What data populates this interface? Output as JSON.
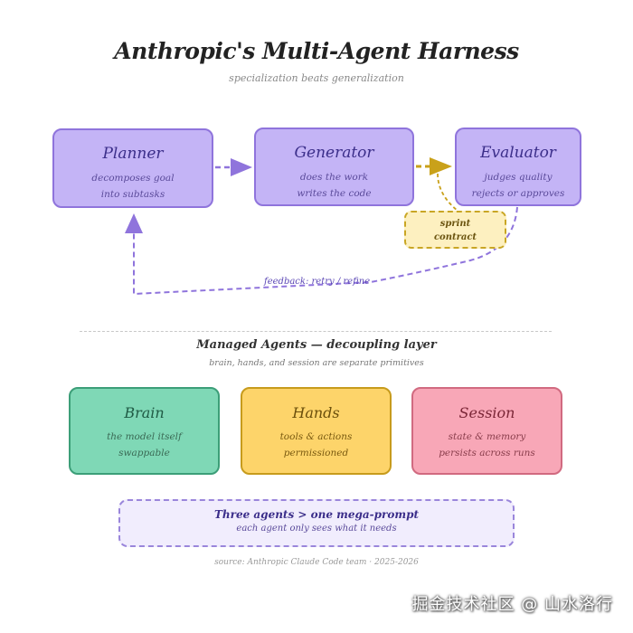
{
  "header": {
    "title": "Anthropic's Multi-Agent Harness",
    "subtitle": "specialization beats generalization"
  },
  "agents": {
    "planner": {
      "name": "Planner",
      "line1": "decomposes goal",
      "line2": "into subtasks"
    },
    "generator": {
      "name": "Generator",
      "line1": "does the work",
      "line2": "writes the code"
    },
    "evaluator": {
      "name": "Evaluator",
      "line1": "judges quality",
      "line2": "rejects or approves"
    }
  },
  "contract": {
    "line1": "sprint",
    "line2": "contract"
  },
  "feedback_label": "feedback: retry / refine",
  "managed": {
    "title": "Managed Agents — decoupling layer",
    "subtitle": "brain, hands, and session are separate primitives",
    "brain": {
      "name": "Brain",
      "line1": "the model itself",
      "line2": "swappable"
    },
    "hands": {
      "name": "Hands",
      "line1": "tools & actions",
      "line2": "permissioned"
    },
    "session": {
      "name": "Session",
      "line1": "state & memory",
      "line2": "persists across runs"
    }
  },
  "callout": {
    "title": "Three agents > one mega-prompt",
    "subtitle": "each agent only sees what it needs"
  },
  "source": "source: Anthropic Claude Code team · 2025-2026",
  "watermark": "掘金技术社区 @ 山水洛行",
  "colors": {
    "agent_fill": "#c4b4f6",
    "agent_border": "#8f74dc",
    "arrow_purple": "#8f74dc",
    "arrow_gold": "#c9a11a",
    "brain_fill": "#7fd8b6",
    "hands_fill": "#fdd46a",
    "session_fill": "#f8a7b7",
    "contract_fill": "#fdf0c0"
  }
}
